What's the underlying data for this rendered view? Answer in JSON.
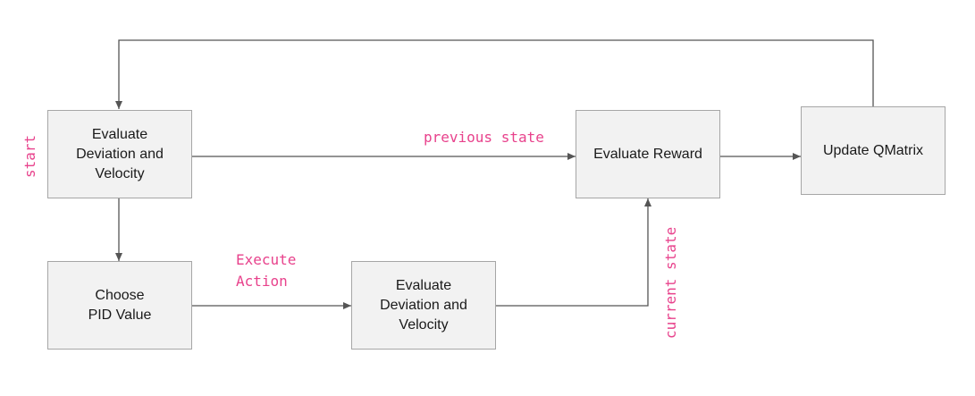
{
  "diagram": {
    "nodes": {
      "eval_dev_vel_1": "Evaluate\nDeviation and\nVelocity",
      "choose_pid": "Choose\nPID Value",
      "eval_dev_vel_2": "Evaluate\nDeviation and\nVelocity",
      "eval_reward": "Evaluate Reward",
      "update_qmatrix": "Update QMatrix"
    },
    "labels": {
      "start": "start",
      "previous_state": "previous state",
      "execute_action": "Execute\nAction",
      "current_state": "current state"
    },
    "colors": {
      "box_fill": "#f2f2f2",
      "box_border": "#a6a6a6",
      "connector": "#555555",
      "label": "#e8428c"
    }
  }
}
